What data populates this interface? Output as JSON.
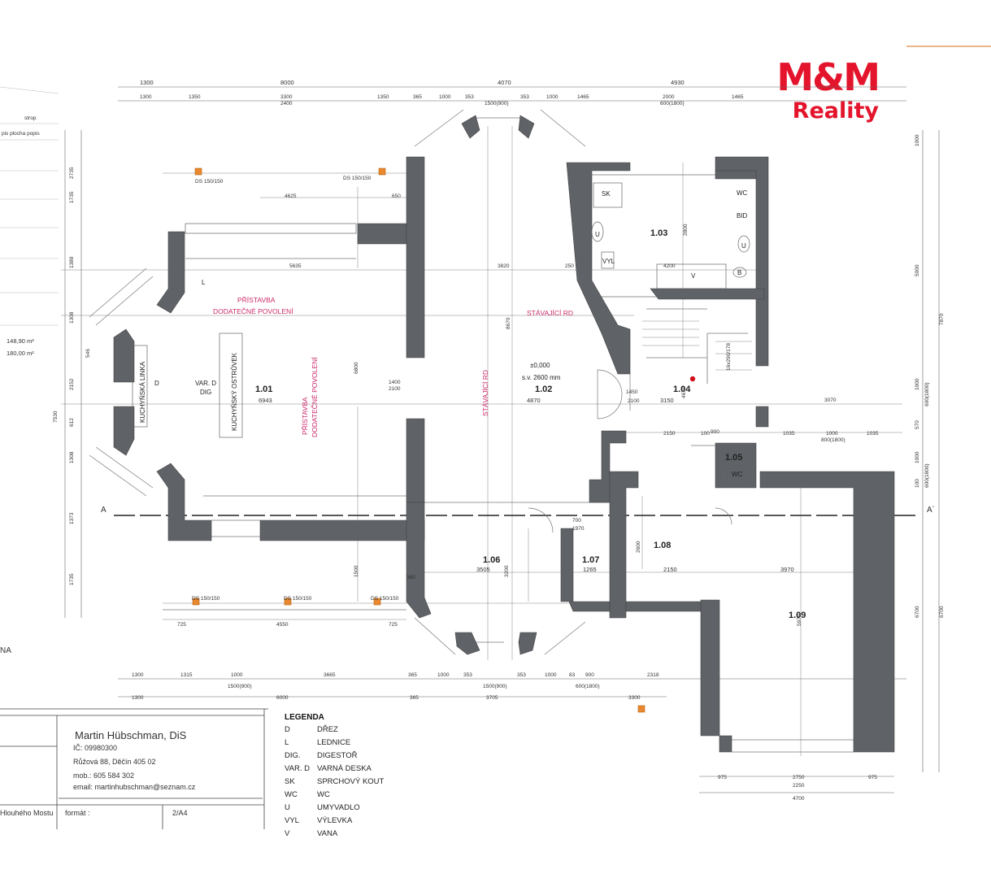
{
  "brand": {
    "line1": "M&M",
    "line2": "Reality",
    "color": "#e3142c"
  },
  "rooms": [
    {
      "id": "1.01"
    },
    {
      "id": "1.02"
    },
    {
      "id": "1.03"
    },
    {
      "id": "1.04"
    },
    {
      "id": "1.05"
    },
    {
      "id": "1.06"
    },
    {
      "id": "1.07"
    },
    {
      "id": "1.08"
    },
    {
      "id": "1.09"
    }
  ],
  "room_dims": {
    "r101": "6943",
    "r102": "4870",
    "r104": "3150",
    "r106": "3505",
    "r107": "1265",
    "r108": "2150",
    "r109": "3970"
  },
  "annotations": {
    "pristavba": "PŘÍSTAVBA",
    "dodatecne": "DODATEČNÉ POVOLENÍ",
    "stavajici_rd": "STÁVAJÍCÍ RD",
    "kuchynsky_ostruvek": "KUCHYŇSKÝ OSTRŮVEK",
    "kuchynska_linka": "KUCHYŇSKÁ LINKA",
    "level": "±0,000",
    "sv": "s.v. 2600 mm",
    "stairs": "16x290/178",
    "section_a": "A",
    "section_a2": "A´",
    "ds": "DS 150/150"
  },
  "fixtures": {
    "sk": "SK",
    "wc": "WC",
    "bid": "BID",
    "u": "U",
    "vyl": "VYL",
    "v": "V",
    "b": "B",
    "l": "L",
    "d": "D",
    "var_d": "VAR. D",
    "dig": "DIG"
  },
  "dims_top_1": [
    "1300",
    "8000",
    "4070",
    "4930"
  ],
  "dims_top_2": [
    "1300",
    "1350",
    "3300",
    "2400",
    "1350",
    "365",
    "1000",
    "353",
    "1500(900)",
    "353",
    "1000",
    "1465",
    "2000",
    "600(1800)",
    "1465"
  ],
  "dims_bottom_1": [
    "1300",
    "1315",
    "1000",
    "1500(900)",
    "3665",
    "365",
    "1000",
    "353",
    "1500(900)",
    "353",
    "1000",
    "83",
    "900",
    "600(1800)",
    "2318"
  ],
  "dims_bottom_2": [
    "1300",
    "6000",
    "365",
    "3705",
    "3300"
  ],
  "dims_left": [
    "2735",
    "1735",
    "1389",
    "1308",
    "546",
    "2152",
    "7530",
    "612",
    "1308",
    "1373",
    "1735"
  ],
  "dims_right": [
    "1000",
    "5000",
    "7870",
    "1000",
    "600(1800)",
    "570",
    "1000",
    "600(1800)",
    "100",
    "6700",
    "6700"
  ],
  "dims_interior": [
    "4625",
    "650",
    "5635",
    "3820",
    "250",
    "4200",
    "1450",
    "2100",
    "1400",
    "2100",
    "3070",
    "2150",
    "100",
    "1035",
    "1000",
    "800(1800)",
    "1035",
    "4550",
    "725",
    "725",
    "975",
    "2750",
    "2250",
    "975",
    "4700",
    "5970",
    "6800",
    "3200",
    "1500",
    "2600",
    "2800",
    "8670",
    "4670",
    "700",
    "1970",
    "900",
    "365"
  ],
  "left_sheet": {
    "strop": "strop",
    "plocha": "pis plocha popis",
    "area1": "148,90 m²",
    "area2": "180,00 m²",
    "na": "NA"
  },
  "title_block": {
    "name": "Martin Hübschman, DiS",
    "ic": "IČ: 09980300",
    "address": "Růžová 88, Děčín 405 02",
    "phone": "mob.: 605 584 302",
    "email": "email: martinhubschman@seznam.cz",
    "street": "Hlouhého Mostu",
    "format": "formát :",
    "sheet": "2/A4"
  },
  "legend": {
    "title": "LEGENDA",
    "items": [
      {
        "code": "D",
        "text": "DŘEZ"
      },
      {
        "code": "L",
        "text": "LEDNICE"
      },
      {
        "code": "DIG.",
        "text": "DIGESTOŘ"
      },
      {
        "code": "VAR. D",
        "text": "VARNÁ DESKA"
      },
      {
        "code": "SK",
        "text": "SPRCHOVÝ KOUT"
      },
      {
        "code": "WC",
        "text": "WC"
      },
      {
        "code": "U",
        "text": "UMYVADLO"
      },
      {
        "code": "VYL",
        "text": "VÝLEVKA"
      },
      {
        "code": "V",
        "text": "VANA"
      }
    ]
  },
  "colors": {
    "wall": "#5f6266",
    "pink": "#cc2b6a",
    "marker": "#e8892f",
    "line": "#555555"
  }
}
